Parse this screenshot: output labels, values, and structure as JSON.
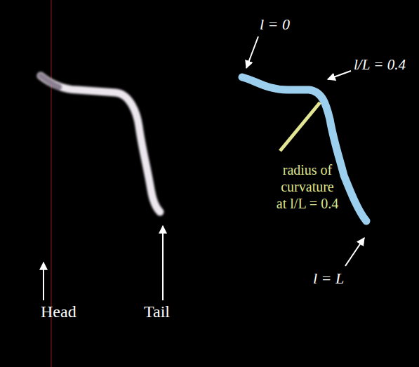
{
  "diagram": {
    "labels": [
      "Head",
      "Tail",
      "l = 0",
      "l/L = 0.4",
      "radius of curvature at l/L = 0.4",
      "l = L"
    ]
  }
}
